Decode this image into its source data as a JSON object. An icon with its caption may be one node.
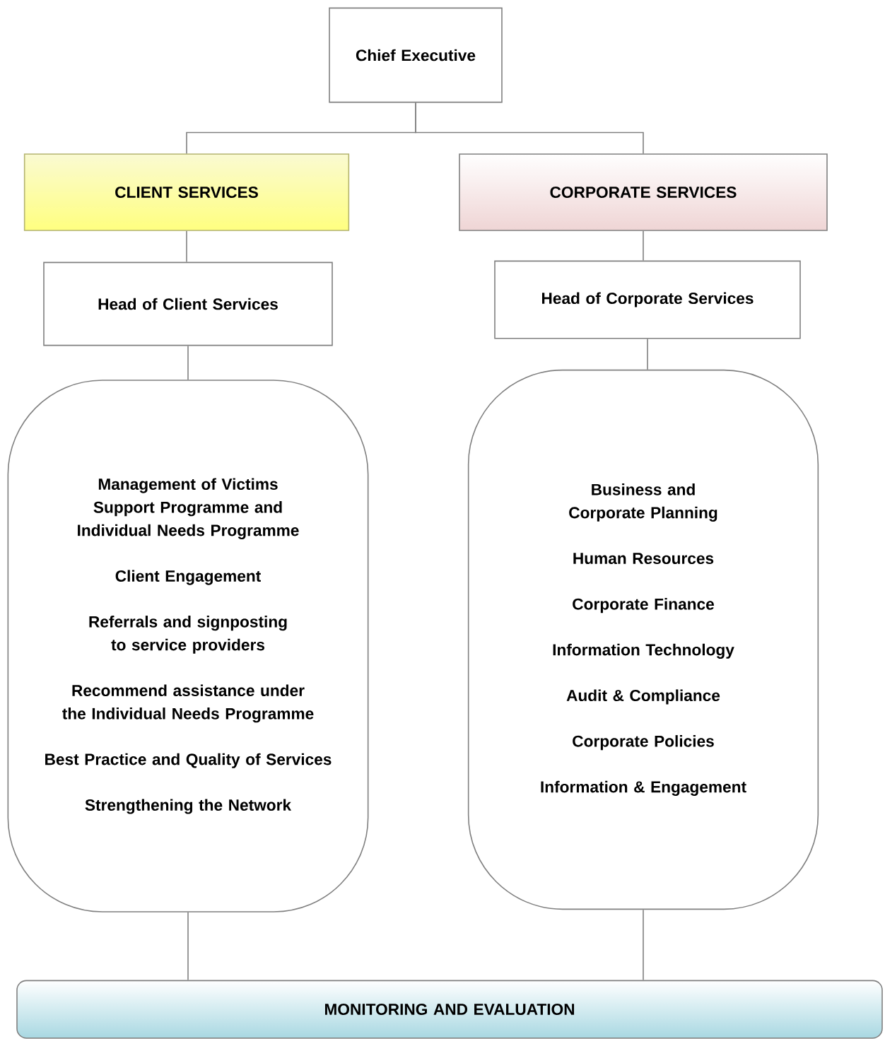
{
  "diagram": {
    "nodes": [
      {
        "text": [
          "Chief Executive"
        ]
      },
      {
        "text": [
          "CLIENT SERVICES"
        ]
      },
      {
        "text": [
          "CORPORATE SERVICES"
        ]
      },
      {
        "text": [
          "Head of Client Services"
        ]
      },
      {
        "text": [
          "Head of Corporate Services"
        ]
      },
      {
        "text": [
          "Management of Victims Support Programme and Individual Needs Programme",
          "Client Engagement",
          "Referrals and signposting to service providers",
          "Recommend assistance under the Individual Needs Programme",
          "Best Practice and Quality of Services",
          "Strengthening the Network"
        ]
      },
      {
        "text": [
          "Business and Corporate Planning",
          "Human Resources",
          "Corporate Finance",
          "Information Technology",
          "Audit & Compliance",
          "Corporate Policies",
          "Information & Engagement"
        ]
      },
      {
        "text": [
          "MONITORING AND EVALUATION"
        ]
      }
    ],
    "edges": [
      {
        "from": 0,
        "to": 1,
        "arrow": "none"
      },
      {
        "from": 0,
        "to": 2,
        "arrow": "none"
      },
      {
        "from": 1,
        "to": 3,
        "arrow": "none"
      },
      {
        "from": 2,
        "to": 4,
        "arrow": "none"
      },
      {
        "from": 3,
        "to": 5,
        "arrow": "none"
      },
      {
        "from": 4,
        "to": 6,
        "arrow": "none"
      },
      {
        "from": 5,
        "to": 7,
        "arrow": "none"
      },
      {
        "from": 6,
        "to": 7,
        "arrow": "none"
      }
    ]
  }
}
